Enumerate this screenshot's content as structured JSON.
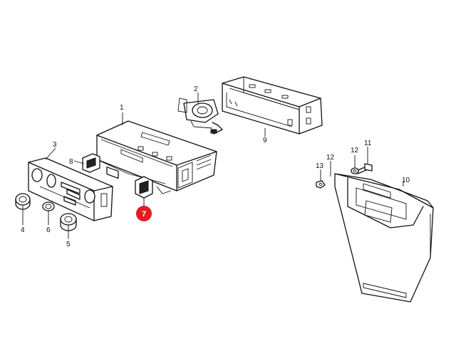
{
  "callouts": {
    "p1": "1",
    "p2": "2",
    "p3": "3",
    "p4": "4",
    "p5": "5",
    "p6": "6",
    "p7": "7",
    "p8": "8",
    "p9": "9",
    "p10": "10",
    "p11": "11",
    "p12": "12",
    "p13": "13"
  },
  "highlight": {
    "color": "#e31b23",
    "text_color": "#ffffff"
  }
}
